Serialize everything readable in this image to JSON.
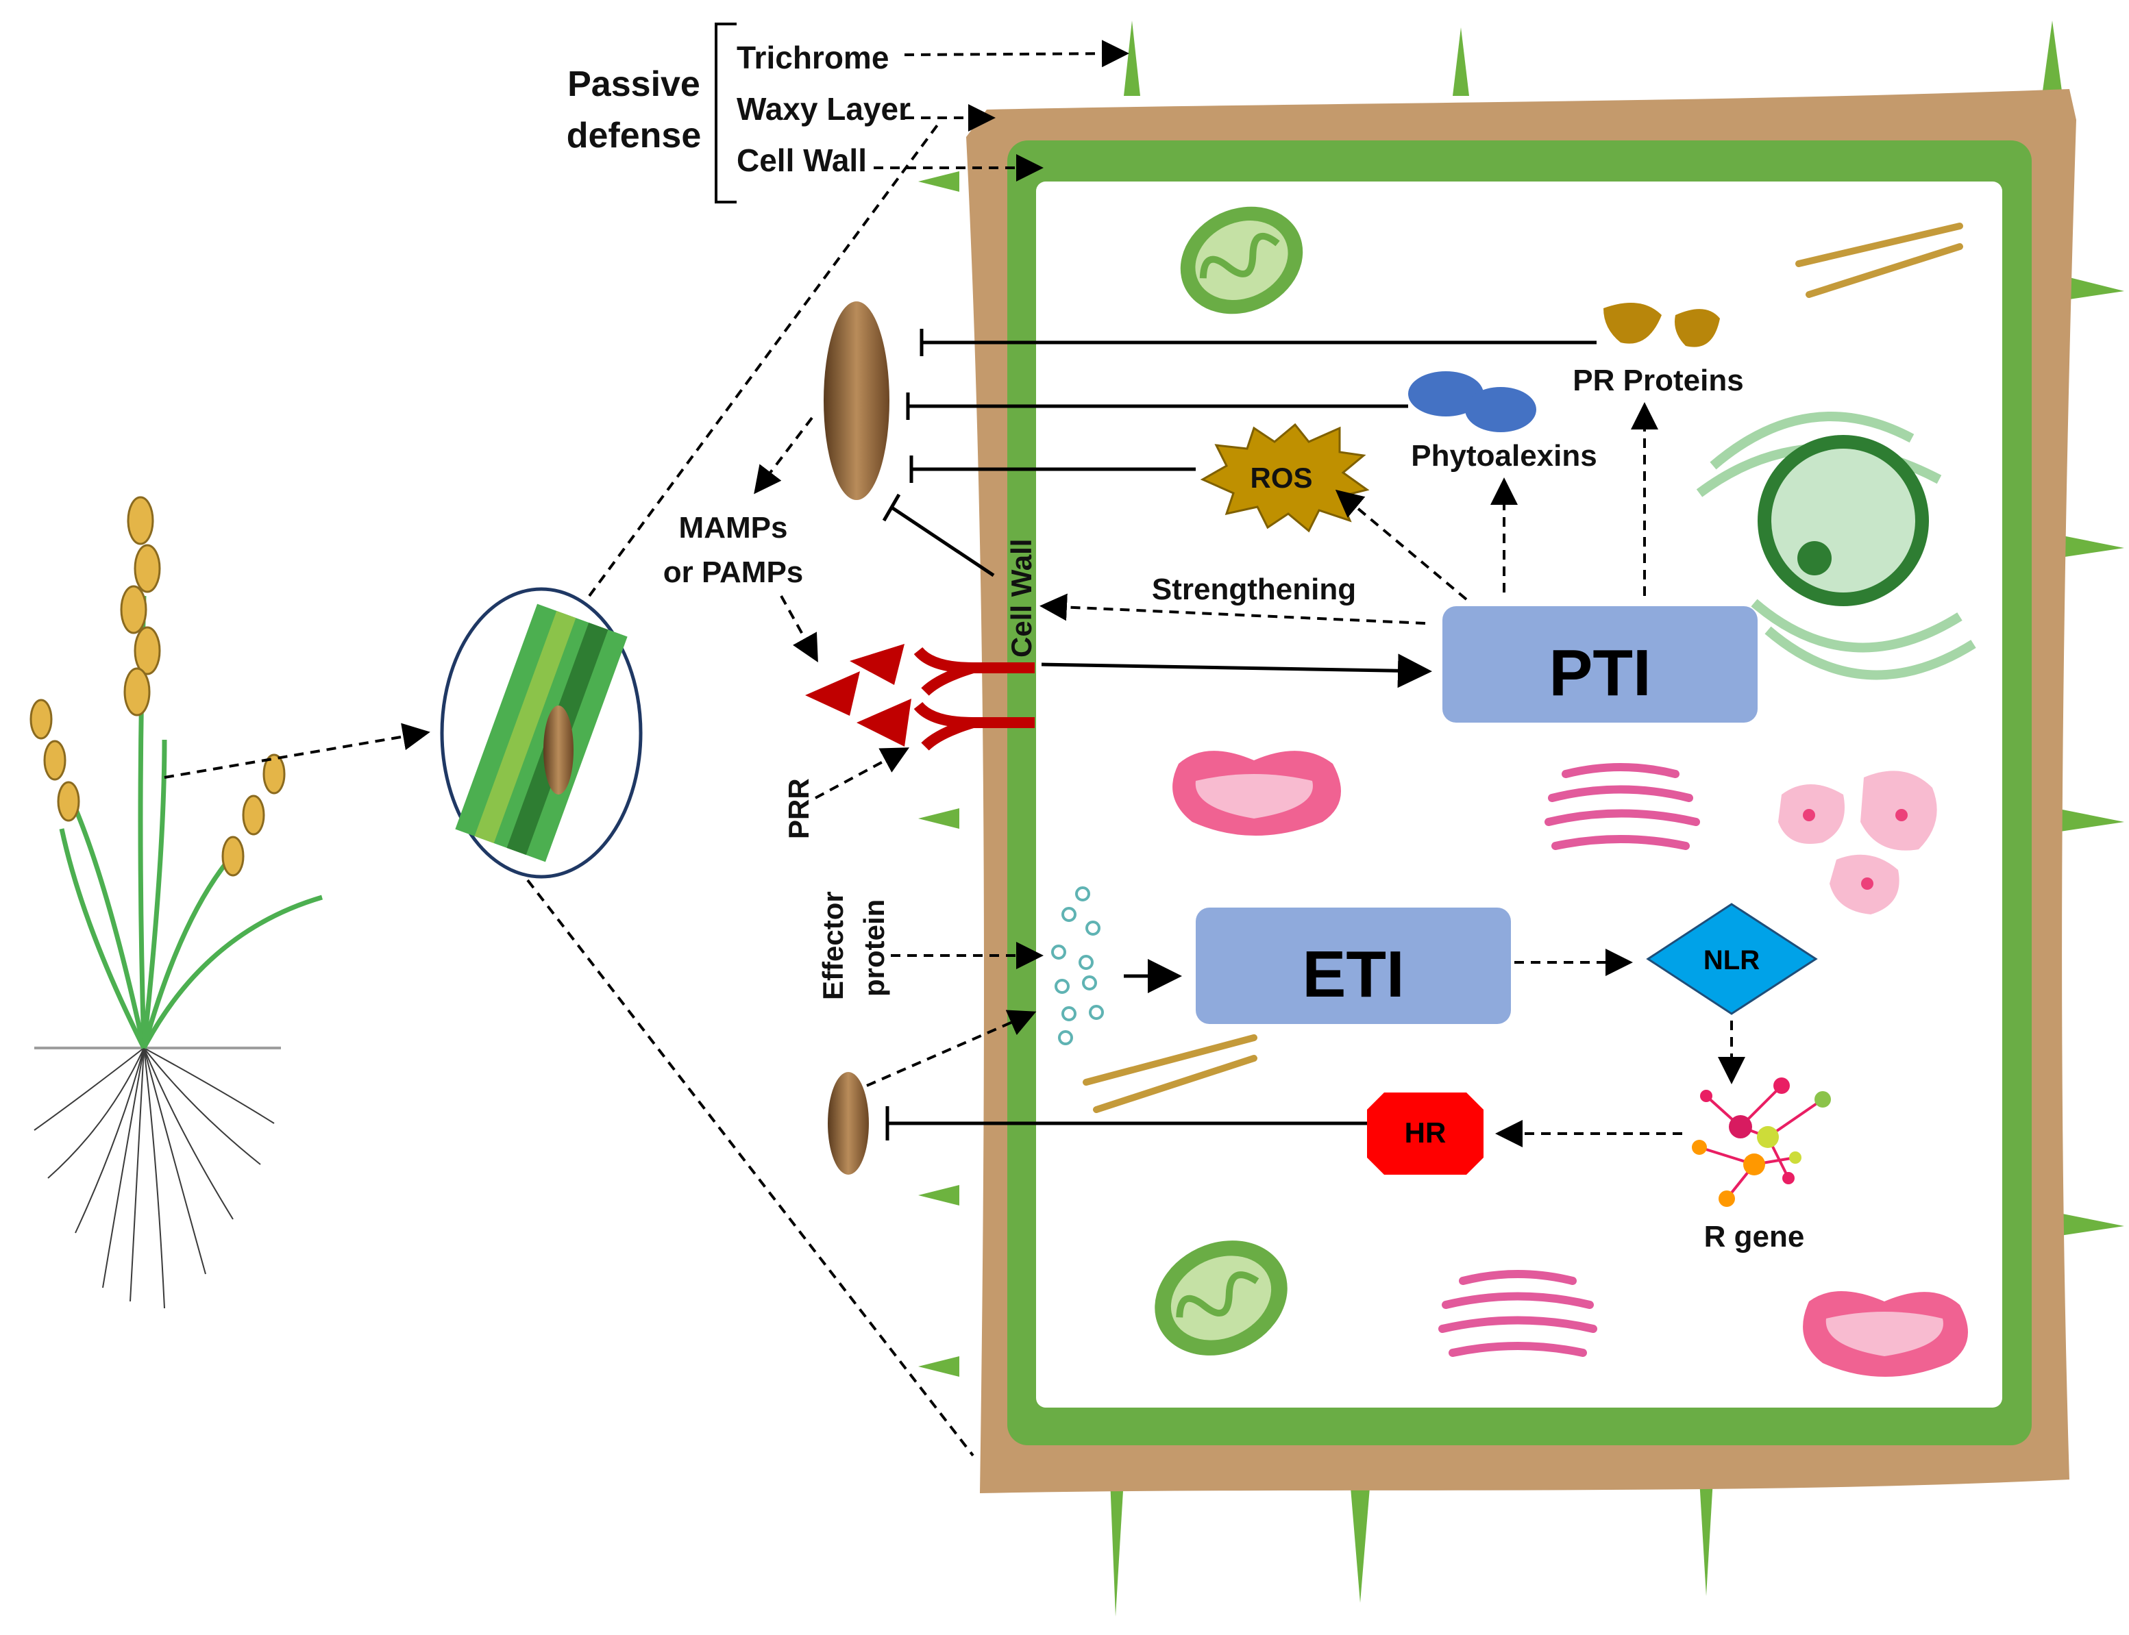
{
  "passive_defense": {
    "title_line1": "Passive",
    "title_line2": "defense",
    "items": [
      "Trichrome",
      "Waxy Layer",
      "Cell Wall"
    ]
  },
  "labels": {
    "mamps_line1": "MAMPs",
    "mamps_line2": "or PAMPs",
    "prr": "PRR",
    "effector_line1": "Effector",
    "effector_line2": "protein",
    "cell_wall": "Cell Wall",
    "strengthening": "Strengthening",
    "ros": "ROS",
    "phytoalexins": "Phytoalexins",
    "pr_proteins": "PR Proteins",
    "pti": "PTI",
    "eti": "ETI",
    "nlr": "NLR",
    "hr": "HR",
    "r_gene": "R gene"
  },
  "colors": {
    "cell_wall_outer": "#c49a6c",
    "membrane": "#6aad45",
    "pti_eti_box": "#8faadc",
    "nlr": "#00a2e8",
    "hr": "#ff0000",
    "receptor": "#c00000",
    "pathogen": "#a67c52"
  }
}
